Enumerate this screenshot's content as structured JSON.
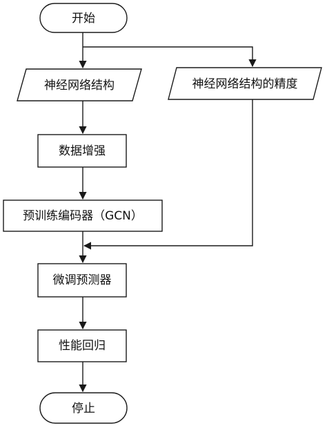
{
  "nodes": {
    "start": "开始",
    "input_structure": "神经网络结构",
    "input_accuracy": "神经网络结构的精度",
    "augment": "数据增强",
    "pretrain": "预训练编码器（GCN）",
    "finetune": "微调预测器",
    "regression": "性能回归",
    "stop": "停止"
  }
}
